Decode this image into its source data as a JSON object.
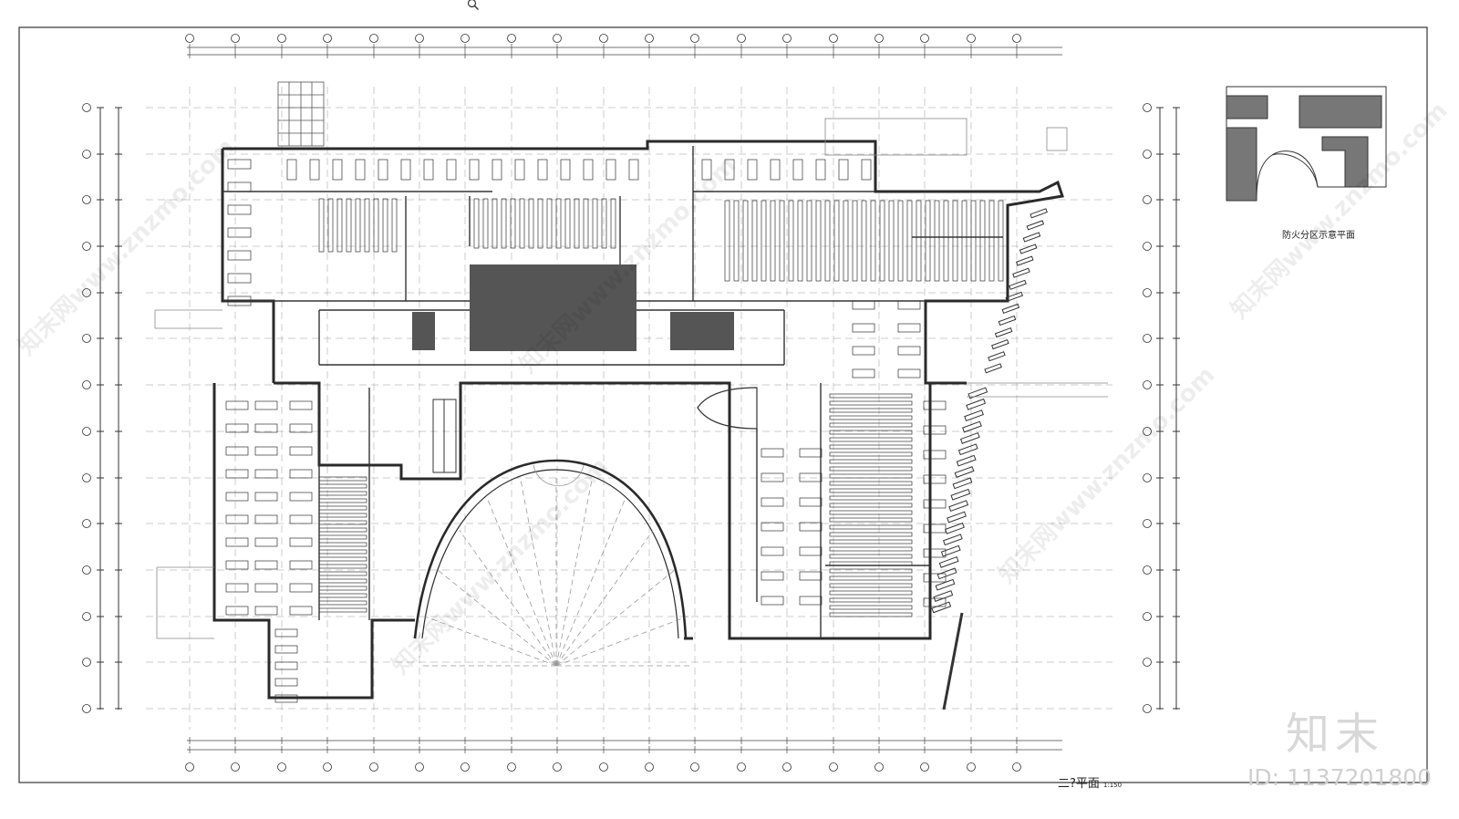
{
  "drawing": {
    "title": "二?平面",
    "scale": "1:150",
    "keyplan_title": "防火分区示意平面",
    "colors": {
      "line": "#2a2a2a",
      "grid": "#9a9a9a",
      "fill_dark": "#555555",
      "hatch": "#777777",
      "paper": "#ffffff"
    }
  },
  "branding": {
    "logo_text": "知末",
    "id_text": "ID: 1137201800",
    "watermark_text": "知末网www.znzmo.com"
  },
  "icons": {
    "search": "search-icon"
  }
}
